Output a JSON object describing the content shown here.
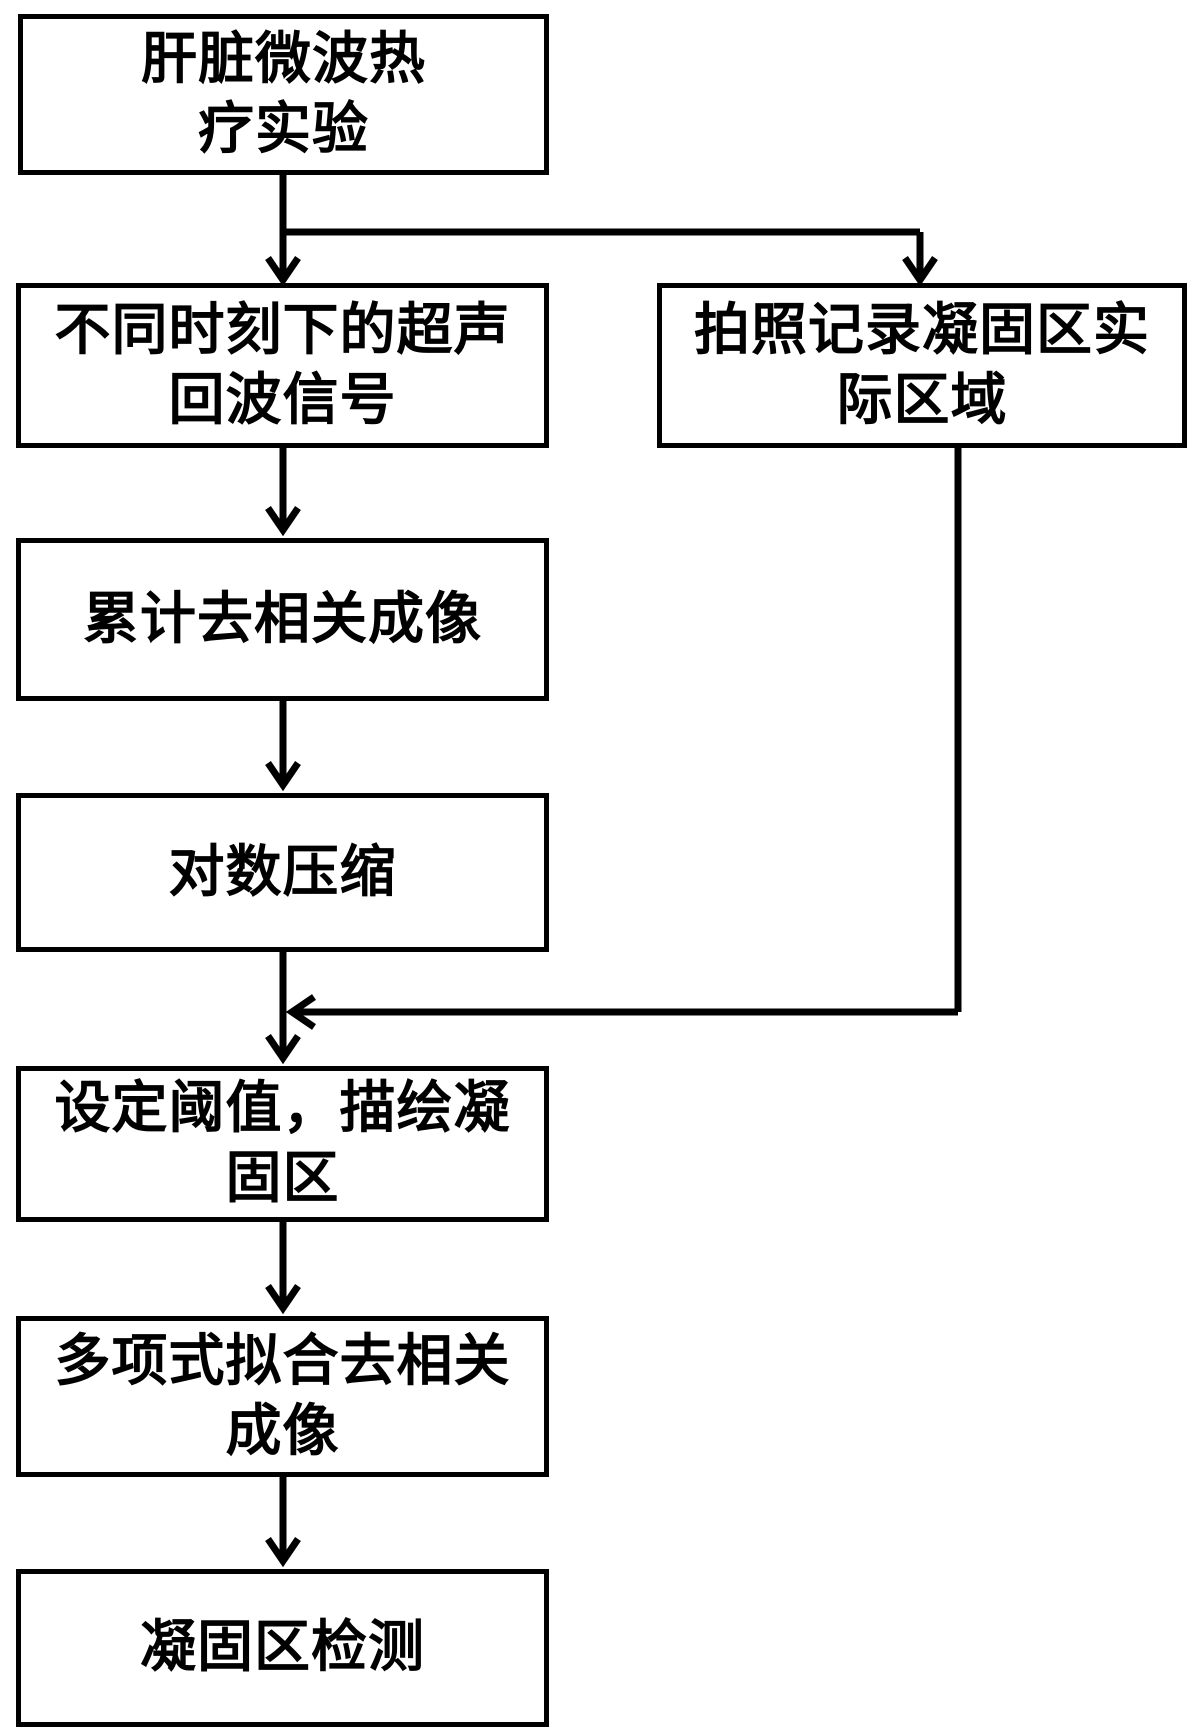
{
  "nodes": {
    "liver_experiment": "肝脏微波热疗实验",
    "echo_signals": "不同时刻下的超声回波信号",
    "photo_record": "拍照记录凝固区实际区域",
    "cumulative_decorrelation": "累计去相关成像",
    "log_compression": "对数压缩",
    "threshold_outline": "设定阈值，描绘凝固区",
    "polynomial_fitting": "多项式拟合去相关成像",
    "coagulation_detection": "凝固区检测"
  }
}
